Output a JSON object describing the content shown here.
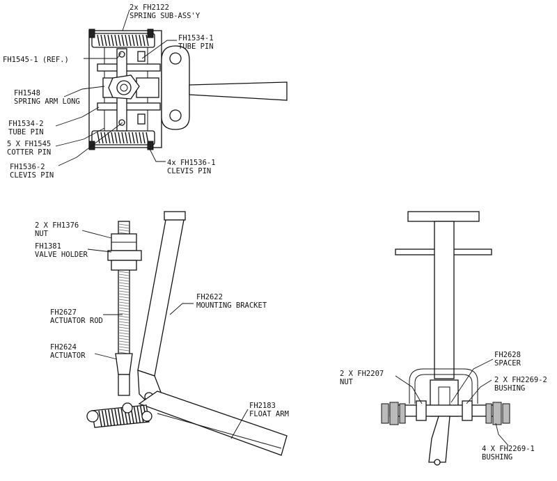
{
  "callouts": {
    "spring_sub_assy": [
      "2x FH2122",
      "SPRING SUB-ASS'Y"
    ],
    "fh1545_ref": [
      "FH1545-1 (REF.)"
    ],
    "fh1534_1": [
      "FH1534-1",
      "TUBE PIN"
    ],
    "fh1548": [
      "FH1548",
      "SPRING ARM LONG"
    ],
    "fh1534_2": [
      "FH1534-2",
      "TUBE PIN"
    ],
    "cotter_pin": [
      "5 X FH1545",
      "COTTER PIN"
    ],
    "fh1536_2": [
      "FH1536-2",
      "CLEVIS PIN"
    ],
    "fh1536_1": [
      "4x FH1536-1",
      "CLEVIS PIN"
    ],
    "nut_1376": [
      "2 X FH1376",
      "NUT"
    ],
    "valve_holder": [
      "FH1381",
      "VALVE HOLDER"
    ],
    "mounting_bracket": [
      "FH2622",
      "MOUNTING BRACKET"
    ],
    "actuator_rod": [
      "FH2627",
      "ACTUATOR ROD"
    ],
    "actuator": [
      "FH2624",
      "ACTUATOR"
    ],
    "float_arm": [
      "FH2183",
      "FLOAT ARM"
    ],
    "spacer": [
      "FH2628",
      "SPACER"
    ],
    "nut_2207": [
      "2 X FH2207",
      "NUT"
    ],
    "bushing_2": [
      "2 X FH2269-2",
      "BUSHING"
    ],
    "bushing_1": [
      "4 X FH2269-1",
      "BUSHING"
    ]
  }
}
